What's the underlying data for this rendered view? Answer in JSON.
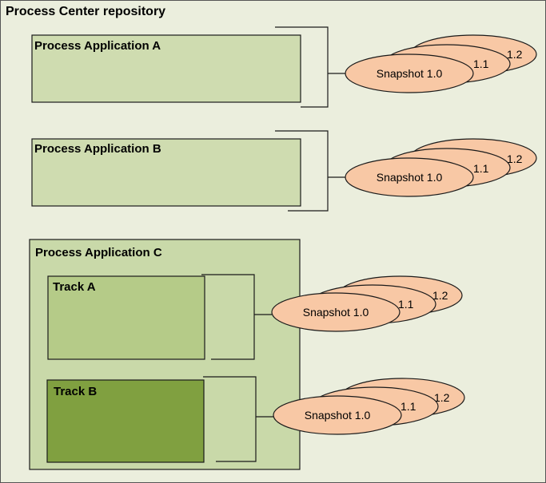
{
  "repository": {
    "title": "Process Center repository"
  },
  "apps": [
    {
      "title": "Process Application A",
      "snapshots": [
        "Snapshot 1.0",
        "1.1",
        "1.2"
      ]
    },
    {
      "title": "Process Application B",
      "snapshots": [
        "Snapshot 1.0",
        "1.1",
        "1.2"
      ]
    },
    {
      "title": "Process Application C",
      "tracks": [
        {
          "title": "Track A",
          "snapshots": [
            "Snapshot 1.0",
            "1.1",
            "1.2"
          ]
        },
        {
          "title": "Track B",
          "snapshots": [
            "Snapshot 1.0",
            "1.1",
            "1.2"
          ]
        }
      ]
    }
  ],
  "colors": {
    "repository_fill": "#ebeedd",
    "app_fill": "#cfdcb0",
    "container_fill": "#c9d9a9",
    "track_a_fill": "#b5cb88",
    "track_b_fill": "#80a040",
    "snapshot_fill": "#f8c8a5",
    "stroke": "#1a1a1a"
  }
}
